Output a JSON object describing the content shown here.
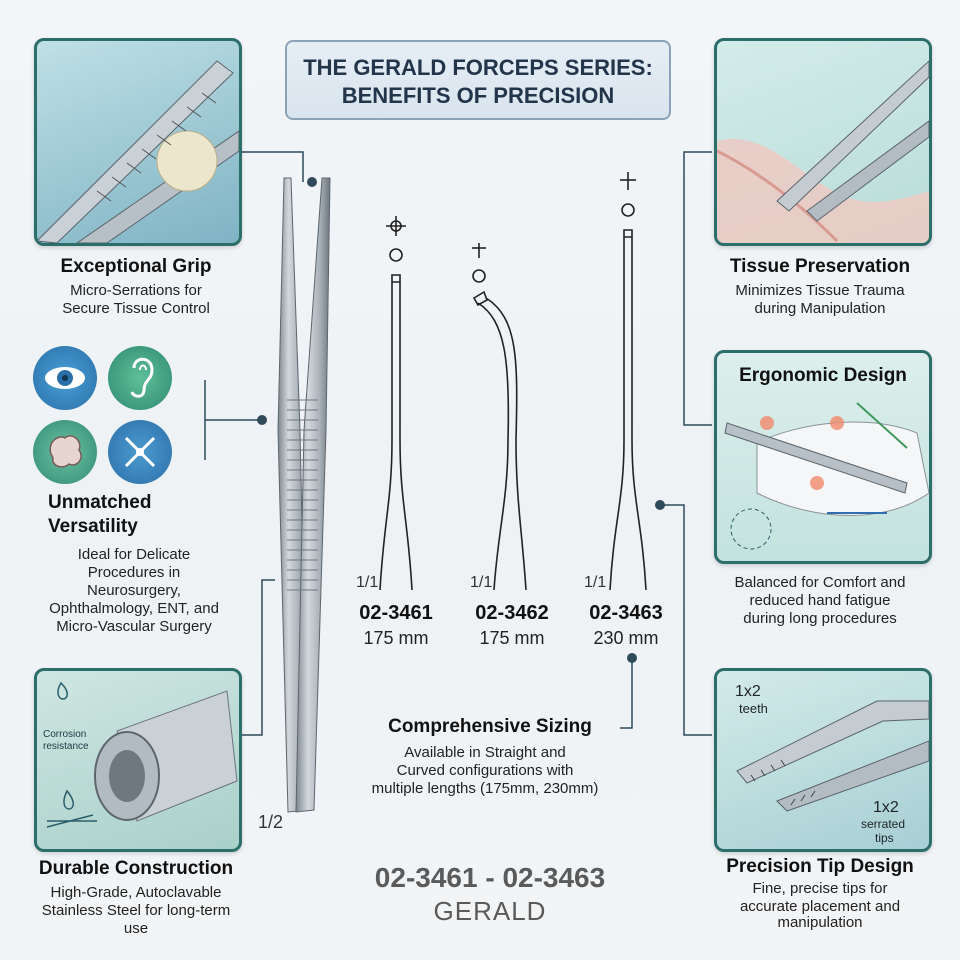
{
  "title": {
    "line1": "THE GERALD FORCEPS SERIES:",
    "line2": "BENEFITS OF PRECISION"
  },
  "grip": {
    "heading": "Exceptional Grip",
    "desc1": "Micro-Serrations for",
    "desc2": "Secure Tissue Control"
  },
  "versatility": {
    "heading1": "Unmatched",
    "heading2": "Versatility",
    "desc": [
      "Ideal for Delicate",
      "Procedures in",
      "Neurosurgery,",
      "Ophthalmology, ENT, and",
      "Micro-Vascular Surgery"
    ],
    "icons": [
      "eye-icon",
      "ear-icon",
      "brain-icon",
      "nerve-icon"
    ]
  },
  "durable": {
    "heading": "Durable Construction",
    "label": "Corrosion resistance",
    "desc1": "High-Grade, Autoclavable",
    "desc2": "Stainless Steel for long-term",
    "desc3": "use"
  },
  "tissue": {
    "heading": "Tissue Preservation",
    "desc1": "Minimizes Tissue Trauma",
    "desc2": "during Manipulation"
  },
  "ergonomic": {
    "heading": "Ergonomic Design",
    "desc1": "Balanced for Comfort and",
    "desc2": "reduced hand fatigue",
    "desc3": "during long procedures"
  },
  "tip": {
    "heading": "Precision Tip Design",
    "teeth_top": "1x2",
    "teeth_label": "teeth",
    "tips_top": "1x2",
    "tips_label1": "serrated",
    "tips_label2": "tips",
    "desc1": "Fine, precise tips for",
    "desc2": "accurate placement and",
    "desc3": "manipulation"
  },
  "sizing": {
    "heading": "Comprehensive Sizing",
    "desc1": "Available in Straight and",
    "desc2": "Curved configurations with",
    "desc3": "multiple lengths (175mm, 230mm)"
  },
  "models": [
    {
      "code": "02-3461",
      "length": "175 mm",
      "scale": "1/1"
    },
    {
      "code": "02-3462",
      "length": "175 mm",
      "scale": "1/1"
    },
    {
      "code": "02-3463",
      "length": "230 mm",
      "scale": "1/1"
    }
  ],
  "main_scale": "1/2",
  "footer": {
    "range": "02-3461 - 02-3463",
    "brand": "GERALD"
  },
  "colors": {
    "teal_border": "#2c6e6a",
    "title_text": "#23354a",
    "steel": "#a9b1b8"
  }
}
